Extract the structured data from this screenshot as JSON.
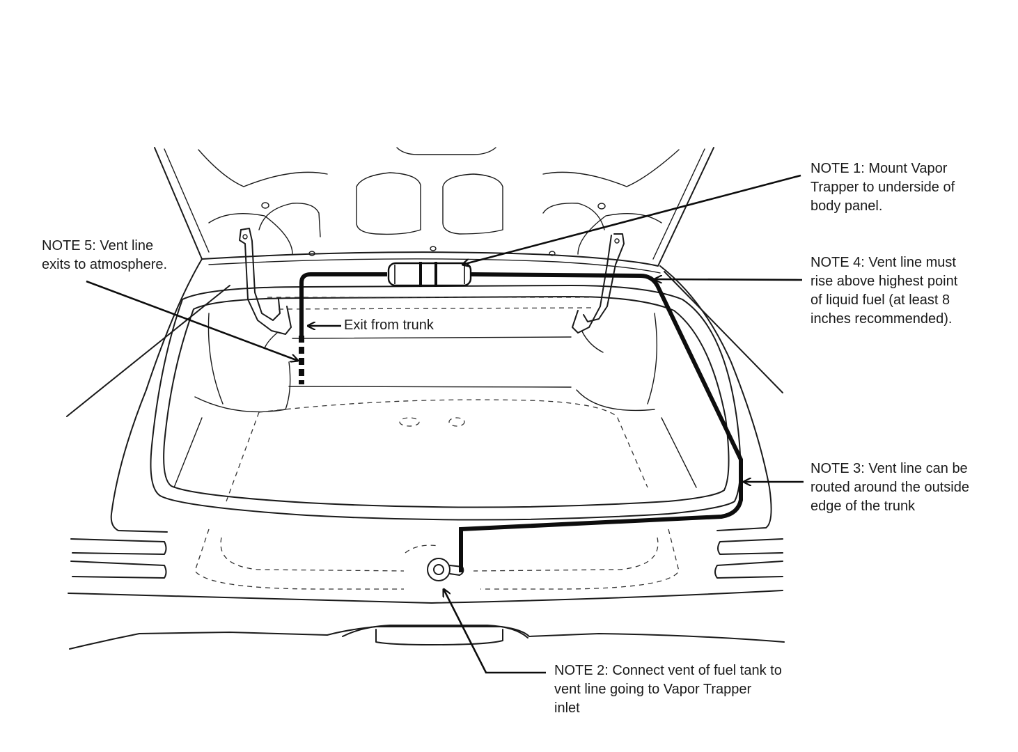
{
  "notes": {
    "note1": [
      "NOTE 1: Mount Vapor",
      "Trapper to underside of",
      "body panel."
    ],
    "note2": [
      "NOTE 2: Connect vent of fuel tank to",
      "vent line going to Vapor Trapper",
      "inlet"
    ],
    "note3": [
      "NOTE 3: Vent line can be",
      "routed around the outside",
      "edge of the trunk"
    ],
    "note4": [
      "NOTE 4: Vent line must",
      "rise above highest point",
      "of liquid fuel (at least 8",
      "inches recommended)."
    ],
    "note5": [
      "NOTE 5: Vent line",
      "exits to atmosphere."
    ],
    "exit": "Exit from trunk"
  },
  "colors": {
    "line": "#1a1a1a",
    "background": "#ffffff"
  }
}
